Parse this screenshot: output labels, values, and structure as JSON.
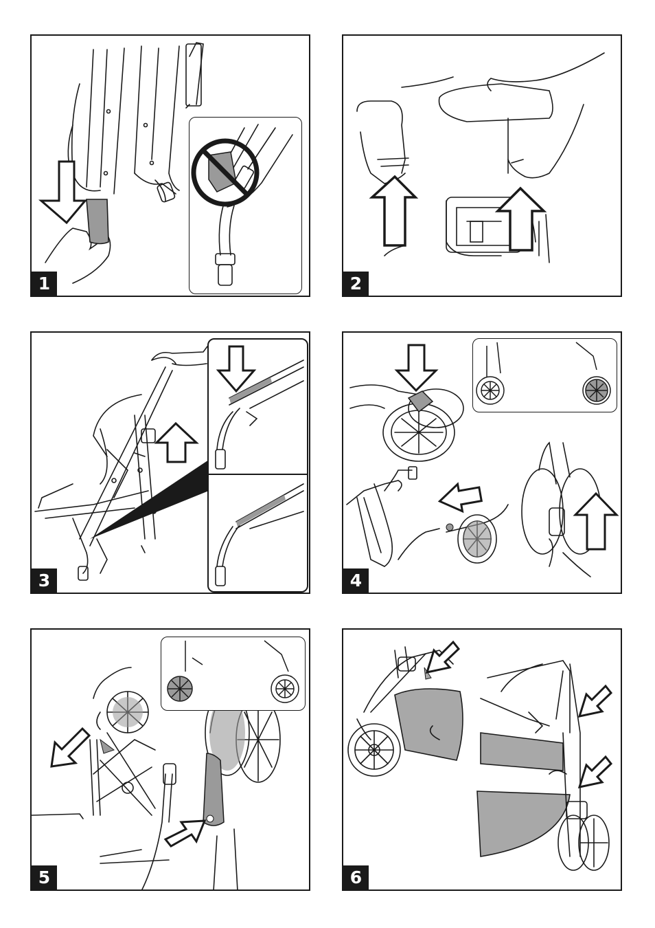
{
  "steps": [
    {
      "number": "1"
    },
    {
      "number": "2"
    },
    {
      "number": "3"
    },
    {
      "number": "4"
    },
    {
      "number": "5"
    },
    {
      "number": "6"
    }
  ],
  "colors": {
    "line": "#1a1a1a",
    "fill_gray": "#9a9a9a",
    "fabric_gray": "#a8a8a8",
    "background": "#ffffff"
  },
  "icons": [
    "arrow-down-icon",
    "arrow-up-icon",
    "arrow-left-icon",
    "arrow-diagonal-icon",
    "prohibited-icon",
    "wheel-icon",
    "hand-icon"
  ]
}
